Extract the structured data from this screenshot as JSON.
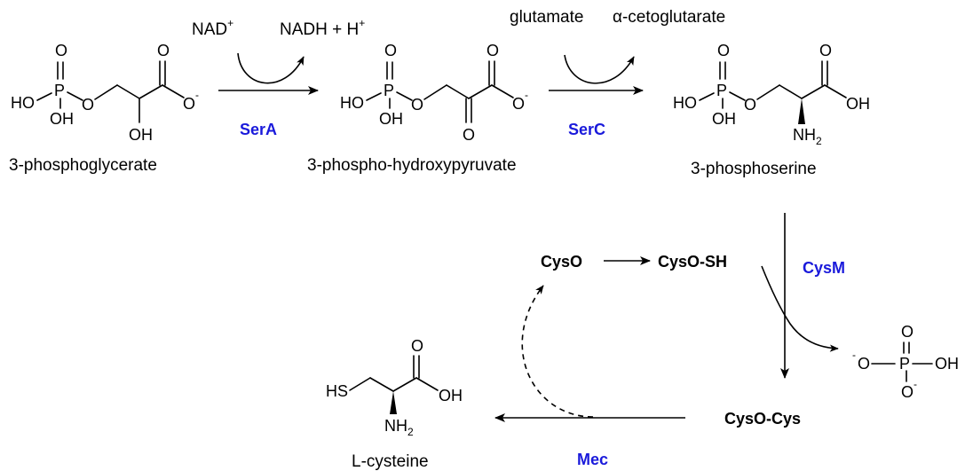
{
  "diagram": {
    "colors": {
      "enzyme": "#1a1adb",
      "line": "#000000"
    },
    "cofactors": {
      "nad": "NAD",
      "nad_sup": "+",
      "nadh": "NADH + H",
      "nadh_sup": "+",
      "glutamate": "glutamate",
      "ketoglutarate": "α-cetoglutarate"
    },
    "enzymes": {
      "serA": "SerA",
      "serC": "SerC",
      "cysM": "CysM",
      "mec": "Mec"
    },
    "compounds": {
      "c1": "3-phosphoglycerate",
      "c2": "3-phospho-hydroxypyruvate",
      "c3": "3-phosphoserine",
      "c4": "L-cysteine"
    },
    "carriers": {
      "cysO": "CysO",
      "cysOSH": "CysO-SH",
      "cysOCys": "CysO-Cys"
    },
    "atoms": {
      "O": "O",
      "OH": "OH",
      "HO": "HO",
      "P": "P",
      "SH_left": "HS",
      "NH": "NH",
      "sub2": "2",
      "minus": "-"
    }
  }
}
